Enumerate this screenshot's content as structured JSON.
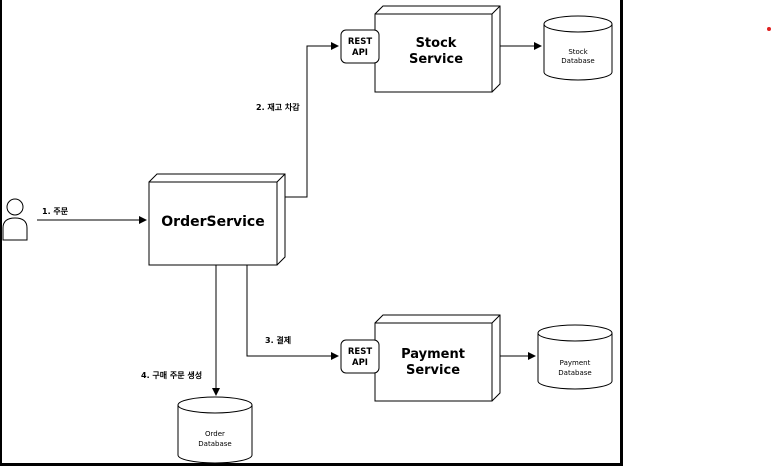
{
  "nodes": {
    "order_service": "OrderService",
    "stock_service": [
      "Stock",
      "Service"
    ],
    "payment_service": [
      "Payment",
      "Service"
    ],
    "stock_api": [
      "REST",
      "API"
    ],
    "payment_api": [
      "REST",
      "API"
    ],
    "stock_db": [
      "Stock",
      "Database"
    ],
    "payment_db": [
      "Payment",
      "Database"
    ],
    "order_db": [
      "Order",
      "Database"
    ]
  },
  "edges": {
    "order": "1. 주문",
    "stock_deduct": "2. 재고 차감",
    "payment": "3. 결제",
    "create_order": "4. 구매 주문 생성"
  }
}
